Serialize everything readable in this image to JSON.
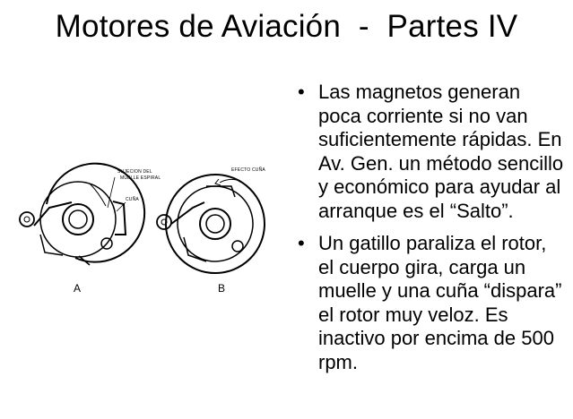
{
  "slide": {
    "title": "Motores de Aviación  -  Partes IV",
    "bullets": [
      "Las magnetos generan poca corriente si no van suficientemente rápidas. En Av. Gen. un método sencillo y económico para ayudar al arranque es el “Salto”.",
      "Un gatillo paraliza el rotor, el cuerpo gira, carga un muelle y una cuña “dispara” el rotor muy veloz. Es inactivo por encima de 500 rpm."
    ]
  },
  "figure": {
    "label_a": "A",
    "label_b": "B",
    "annotations_a": [
      "SUJECION DEL",
      "MUELLE ESPIRAL",
      "CUÑA"
    ],
    "annotation_b": "EFECTO CUÑA"
  }
}
